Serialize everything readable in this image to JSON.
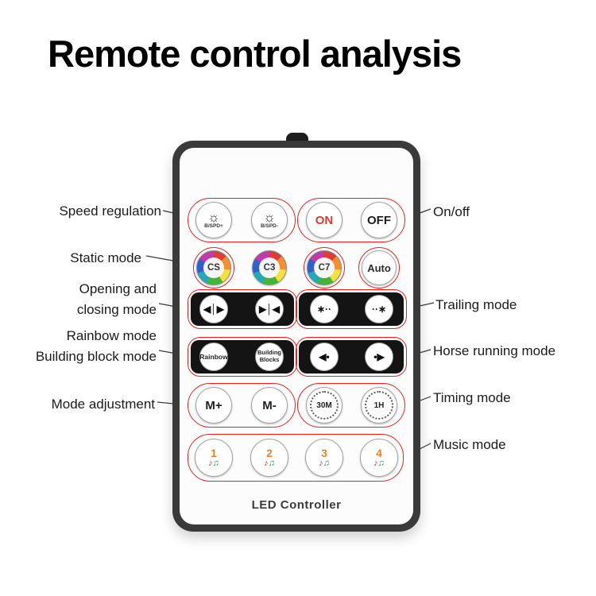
{
  "title": "Remote control analysis",
  "labels": {
    "speed": "Speed regulation",
    "static": "Static mode",
    "open_close_1": "Opening and",
    "open_close_2": "closing mode",
    "rainbow": "Rainbow mode",
    "building": "Building block mode",
    "mode_adjust": "Mode adjustment",
    "on_off": "On/off",
    "trailing": "Trailing mode",
    "horse": "Horse running mode",
    "timing": "Timing mode",
    "music": "Music mode"
  },
  "remote": {
    "device_label": "LED Controller",
    "speed_plus": {
      "icon": "☼",
      "label": "B/SPD+"
    },
    "speed_minus": {
      "icon": "☼",
      "label": "B/SPD-"
    },
    "on": "ON",
    "off": "OFF",
    "wheel_cs": "CS",
    "wheel_c3": "C3",
    "wheel_c7": "C7",
    "auto": "Auto",
    "open_icon": "◀│▶",
    "close_icon": "▶│◀",
    "trail_left_icon": "∗··",
    "trail_right_icon": "··∗",
    "rainbow": "Rainbow",
    "building_1": "Building",
    "building_2": "Blocks",
    "horse_left_icon": "◀•",
    "horse_right_icon": "•▶",
    "m_plus": "M+",
    "m_minus": "M-",
    "timer_30m": "30M",
    "timer_1h": "1H",
    "note_a": "♪",
    "note_b": "♫",
    "music_buttons": [
      {
        "num": "1"
      },
      {
        "num": "2"
      },
      {
        "num": "3"
      },
      {
        "num": "4"
      }
    ]
  },
  "colors": {
    "group_outline": "#e02424",
    "music_number": "#e8822d",
    "on_text": "#e03a2f"
  }
}
